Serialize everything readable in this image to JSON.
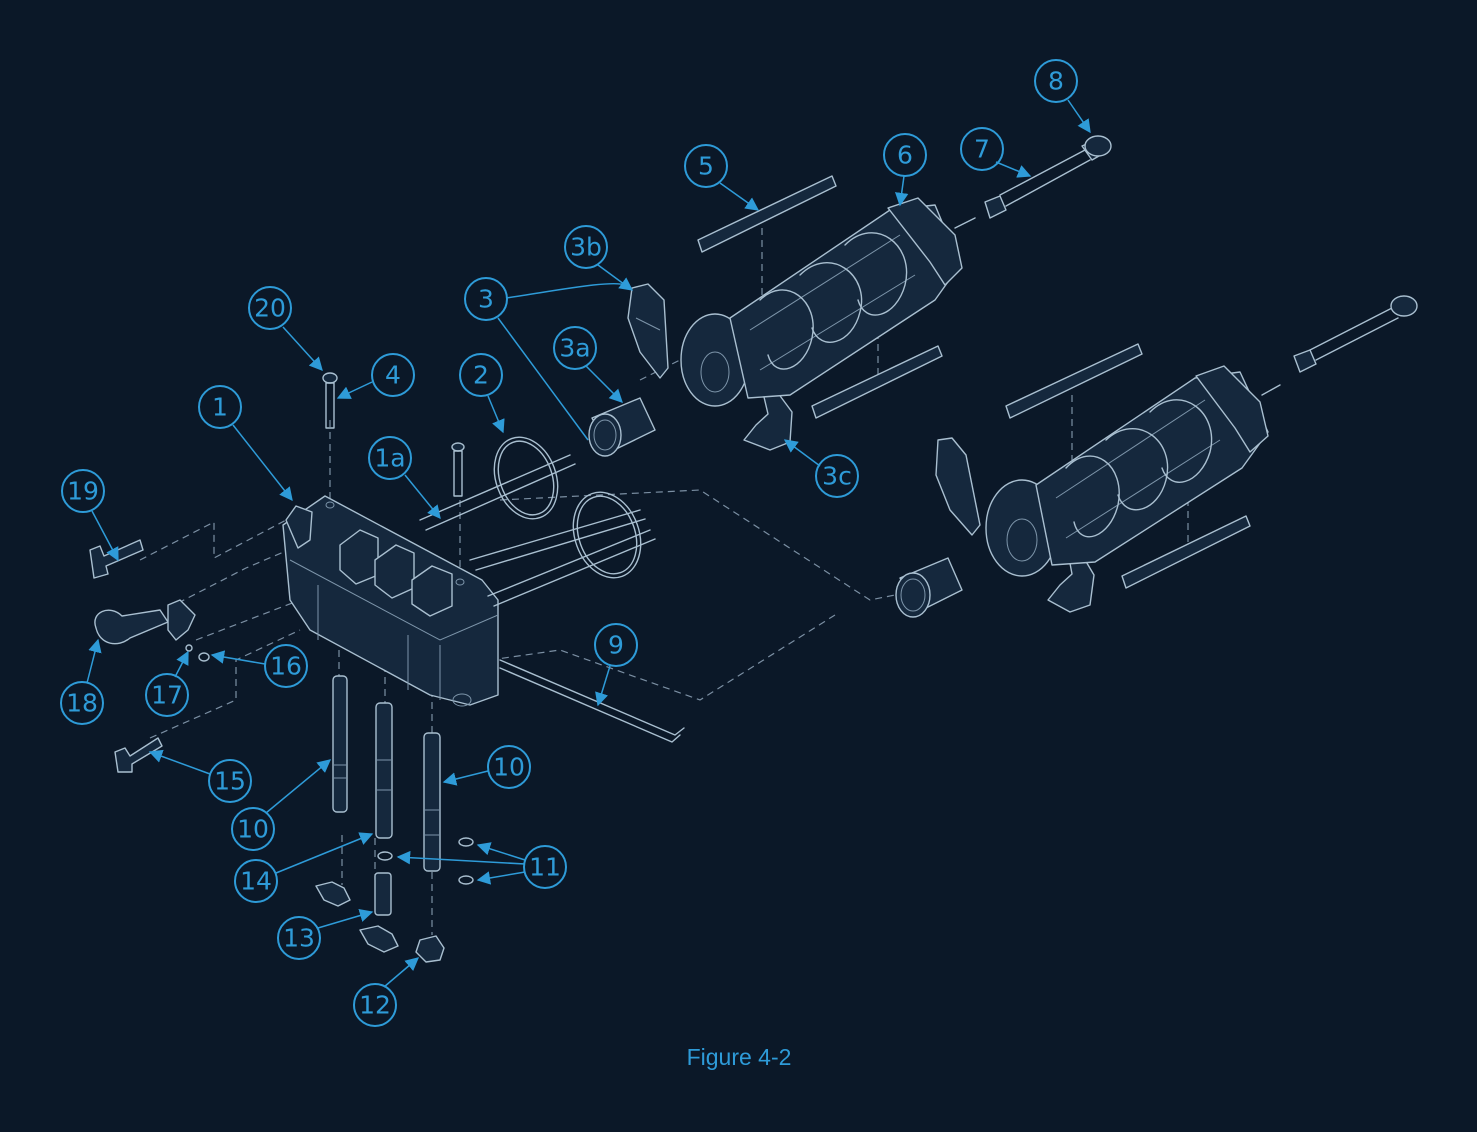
{
  "figure": {
    "caption": "Figure 4-2",
    "colors": {
      "background": "#0b1828",
      "callout": "#2e9bd8",
      "linework": "#a9bfd0"
    }
  },
  "callouts": [
    {
      "id": "c-1",
      "label": "1"
    },
    {
      "id": "c-1a",
      "label": "1a"
    },
    {
      "id": "c-2",
      "label": "2"
    },
    {
      "id": "c-3",
      "label": "3"
    },
    {
      "id": "c-3a",
      "label": "3a"
    },
    {
      "id": "c-3b",
      "label": "3b"
    },
    {
      "id": "c-3c",
      "label": "3c"
    },
    {
      "id": "c-4",
      "label": "4"
    },
    {
      "id": "c-5",
      "label": "5"
    },
    {
      "id": "c-6",
      "label": "6"
    },
    {
      "id": "c-7",
      "label": "7"
    },
    {
      "id": "c-8",
      "label": "8"
    },
    {
      "id": "c-9",
      "label": "9"
    },
    {
      "id": "c-10a",
      "label": "10"
    },
    {
      "id": "c-10b",
      "label": "10"
    },
    {
      "id": "c-11",
      "label": "11"
    },
    {
      "id": "c-12",
      "label": "12"
    },
    {
      "id": "c-13",
      "label": "13"
    },
    {
      "id": "c-14",
      "label": "14"
    },
    {
      "id": "c-15",
      "label": "15"
    },
    {
      "id": "c-16",
      "label": "16"
    },
    {
      "id": "c-17",
      "label": "17"
    },
    {
      "id": "c-18",
      "label": "18"
    },
    {
      "id": "c-19",
      "label": "19"
    },
    {
      "id": "c-20",
      "label": "20"
    }
  ]
}
